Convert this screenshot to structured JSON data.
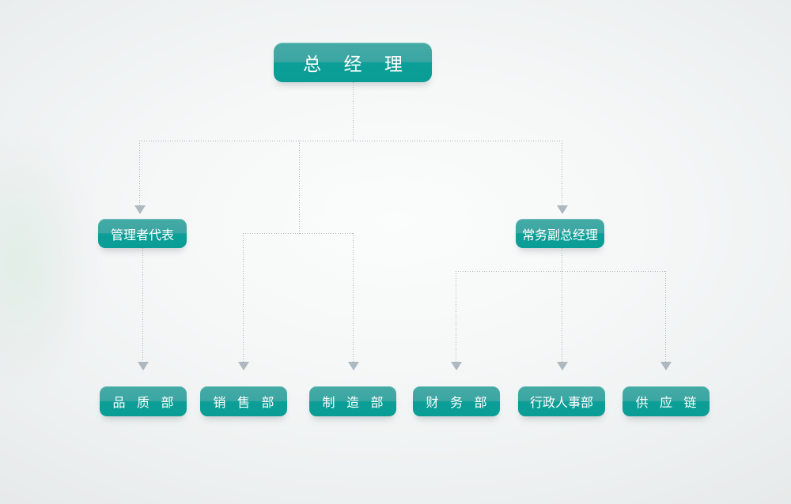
{
  "chart": {
    "title": "Organizational Structure Chart",
    "type": "org-chart",
    "background_color": "#f2f4f4",
    "node_color_top": "#46aaa6",
    "node_color_bottom": "#0a9d95",
    "node_text_color": "#ffffff",
    "connector_color": "#a7b2bb",
    "arrow_color": "#aeb8c0"
  },
  "nodes": {
    "root": {
      "label": "总 经 理",
      "level": 0
    },
    "level1": [
      {
        "label": "管理者代表",
        "level": 1
      },
      {
        "label": "常务副总经理",
        "level": 1
      }
    ],
    "level2": [
      {
        "label": "品 质 部",
        "level": 2
      },
      {
        "label": "销 售 部",
        "level": 2
      },
      {
        "label": "制 造 部",
        "level": 2
      },
      {
        "label": "财 务 部",
        "level": 2
      },
      {
        "label": "行政人事部",
        "level": 2
      },
      {
        "label": "供 应 链",
        "level": 2
      }
    ]
  },
  "edges": [
    {
      "from": "总 经 理",
      "to": "管理者代表"
    },
    {
      "from": "总 经 理",
      "to": "常务副总经理"
    },
    {
      "from": "总 经 理",
      "to": "销 售 部"
    },
    {
      "from": "总 经 理",
      "to": "制 造 部"
    },
    {
      "from": "管理者代表",
      "to": "品 质 部"
    },
    {
      "from": "常务副总经理",
      "to": "财 务 部"
    },
    {
      "from": "常务副总经理",
      "to": "行政人事部"
    },
    {
      "from": "常务副总经理",
      "to": "供 应 链"
    }
  ]
}
